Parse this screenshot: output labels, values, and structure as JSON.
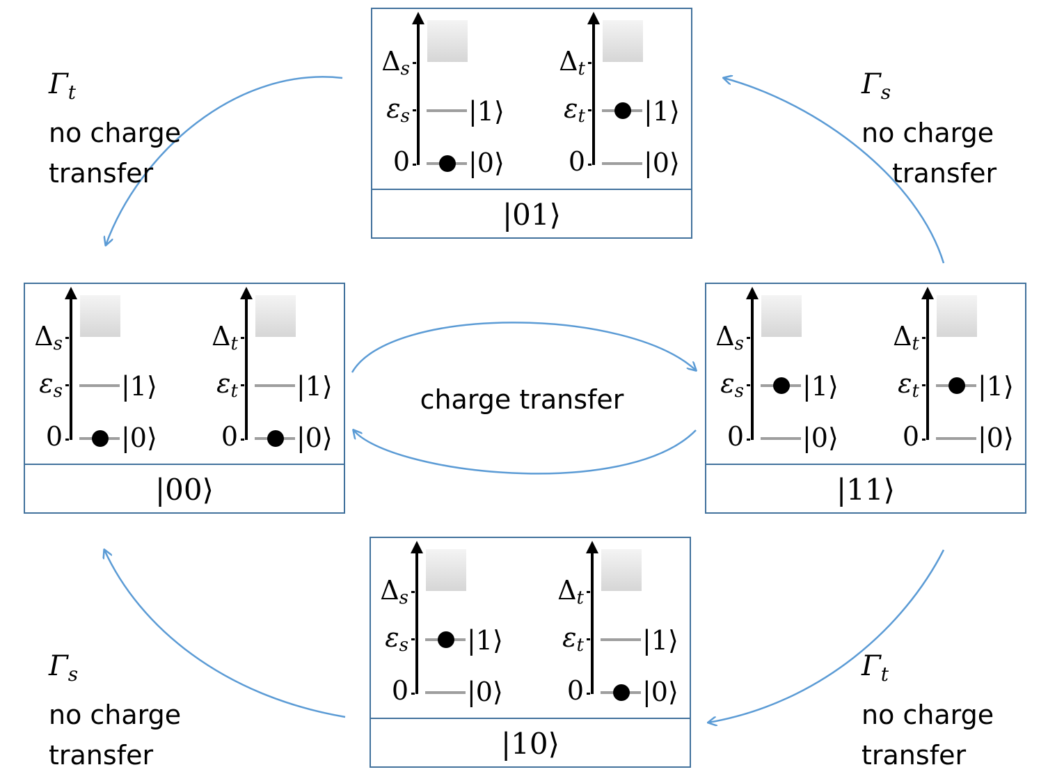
{
  "colors": {
    "box_border": "#41719c",
    "arrow": "#5b9bd5",
    "level": "#9e9e9e",
    "electron": "#000000"
  },
  "states": {
    "s01": {
      "label": "|01⟩",
      "left": {
        "gap": "Δ",
        "gap_sub": "s",
        "energy": "ε",
        "energy_sub": "s",
        "zero": "0",
        "ket1": "|1⟩",
        "ket0": "|0⟩",
        "occupied": "0"
      },
      "right": {
        "gap": "Δ",
        "gap_sub": "t",
        "energy": "ε",
        "energy_sub": "t",
        "zero": "0",
        "ket1": "|1⟩",
        "ket0": "|0⟩",
        "occupied": "1"
      }
    },
    "s00": {
      "label": "|00⟩",
      "left": {
        "gap": "Δ",
        "gap_sub": "s",
        "energy": "ε",
        "energy_sub": "s",
        "zero": "0",
        "ket1": "|1⟩",
        "ket0": "|0⟩",
        "occupied": "0"
      },
      "right": {
        "gap": "Δ",
        "gap_sub": "t",
        "energy": "ε",
        "energy_sub": "t",
        "zero": "0",
        "ket1": "|1⟩",
        "ket0": "|0⟩",
        "occupied": "0"
      }
    },
    "s11": {
      "label": "|11⟩",
      "left": {
        "gap": "Δ",
        "gap_sub": "s",
        "energy": "ε",
        "energy_sub": "s",
        "zero": "0",
        "ket1": "|1⟩",
        "ket0": "|0⟩",
        "occupied": "1"
      },
      "right": {
        "gap": "Δ",
        "gap_sub": "t",
        "energy": "ε",
        "energy_sub": "t",
        "zero": "0",
        "ket1": "|1⟩",
        "ket0": "|0⟩",
        "occupied": "1"
      }
    },
    "s10": {
      "label": "|10⟩",
      "left": {
        "gap": "Δ",
        "gap_sub": "s",
        "energy": "ε",
        "energy_sub": "s",
        "zero": "0",
        "ket1": "|1⟩",
        "ket0": "|0⟩",
        "occupied": "1"
      },
      "right": {
        "gap": "Δ",
        "gap_sub": "t",
        "energy": "ε",
        "energy_sub": "t",
        "zero": "0",
        "ket1": "|1⟩",
        "ket0": "|0⟩",
        "occupied": "0"
      }
    }
  },
  "notes": {
    "top_left": {
      "rate": "Γ",
      "rate_sub": "t",
      "line1": "no charge",
      "line2": "transfer"
    },
    "top_right": {
      "rate": "Γ",
      "rate_sub": "s",
      "line1": "no charge",
      "line2": "transfer"
    },
    "bottom_left": {
      "rate": "Γ",
      "rate_sub": "s",
      "line1": "no charge",
      "line2": "transfer"
    },
    "bottom_right": {
      "rate": "Γ",
      "rate_sub": "t",
      "line1": "no charge",
      "line2": "transfer"
    },
    "center": "charge transfer"
  }
}
